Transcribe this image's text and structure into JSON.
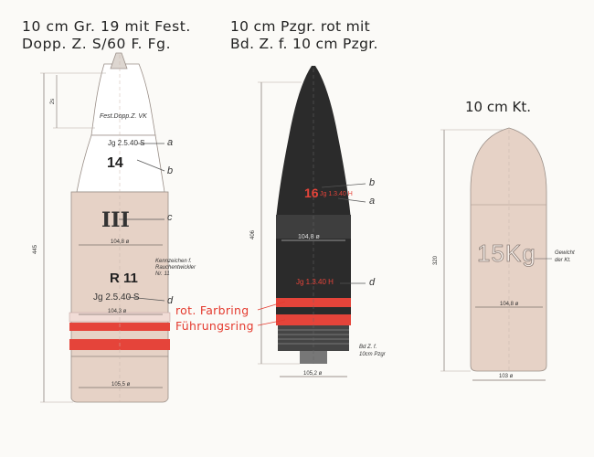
{
  "shell1": {
    "title_line1": "10 cm Gr. 19 mit Fest.",
    "title_line2": "Dopp. Z. S/60 F. Fg.",
    "fuze_text": "Fest.Dopp.Z. VK",
    "stamp_top": "Jg 2.5.40 S",
    "number": "14",
    "roman": "III",
    "diameter_upper": "104,8 ø",
    "mark_r": "R 11",
    "stamp_lower": "Jg 2.5.40 S",
    "diameter_lower": "104,3 ø",
    "diameter_base": "105,5 ø",
    "length": "445",
    "dim_small": "2s",
    "note": "Kennzeichen f.\nRauchentwickler\nNr. 11",
    "callout_a": "a",
    "callout_b": "b",
    "callout_c": "c",
    "callout_d": "d"
  },
  "shell2": {
    "title_line1": "10 cm Pzgr. rot mit",
    "title_line2": "Bd. Z. f. 10 cm Pzgr.",
    "number": "16",
    "stamp_top": "Jg 1.3.40 H",
    "diameter_upper": "104,8 ø",
    "stamp_lower": "Jg 1.3.40 H",
    "diameter_base": "105,2 ø",
    "length": "406",
    "fuze_note": "Bd Z. f.\n10cm Pzgr",
    "callout_b": "b",
    "callout_a": "a",
    "callout_d": "d"
  },
  "shell3": {
    "title": "10 cm Kt.",
    "weight": "15Kg",
    "weight_note": "Gewicht\nder Kt.",
    "diameter_upper": "104,8 ø",
    "diameter_base": "103 ø",
    "length": "320"
  },
  "labels": {
    "color_band": "rot. Farbring",
    "driving_band": "Führungsring"
  },
  "colors": {
    "shell_body": "#e6d2c6",
    "shell_light": "#f1e8e2",
    "shell_dark": "#2b2b2b",
    "band_red": "#e5443a",
    "accent_red": "#e43a2e"
  }
}
